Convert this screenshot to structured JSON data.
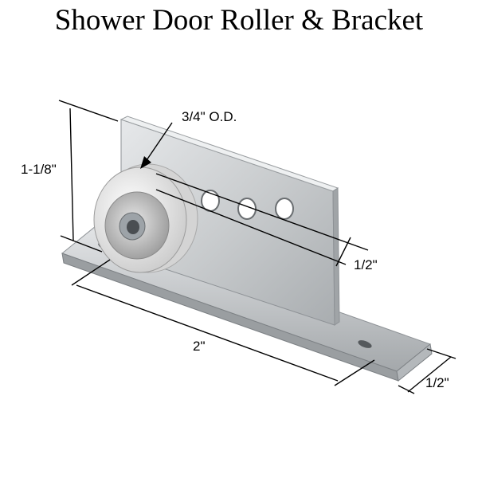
{
  "title": "Shower Door Roller & Bracket",
  "dimensions": {
    "outer_diameter": "3/4\" O.D.",
    "height": "1-1/8\"",
    "hole_spacing": "1/2\"",
    "length": "2\"",
    "width": "1/2\""
  },
  "colors": {
    "metal_light": "#d8dadc",
    "metal_mid": "#b9bcbf",
    "metal_dark": "#8e9296",
    "wheel": "#f2f2f2",
    "line": "#000000"
  }
}
